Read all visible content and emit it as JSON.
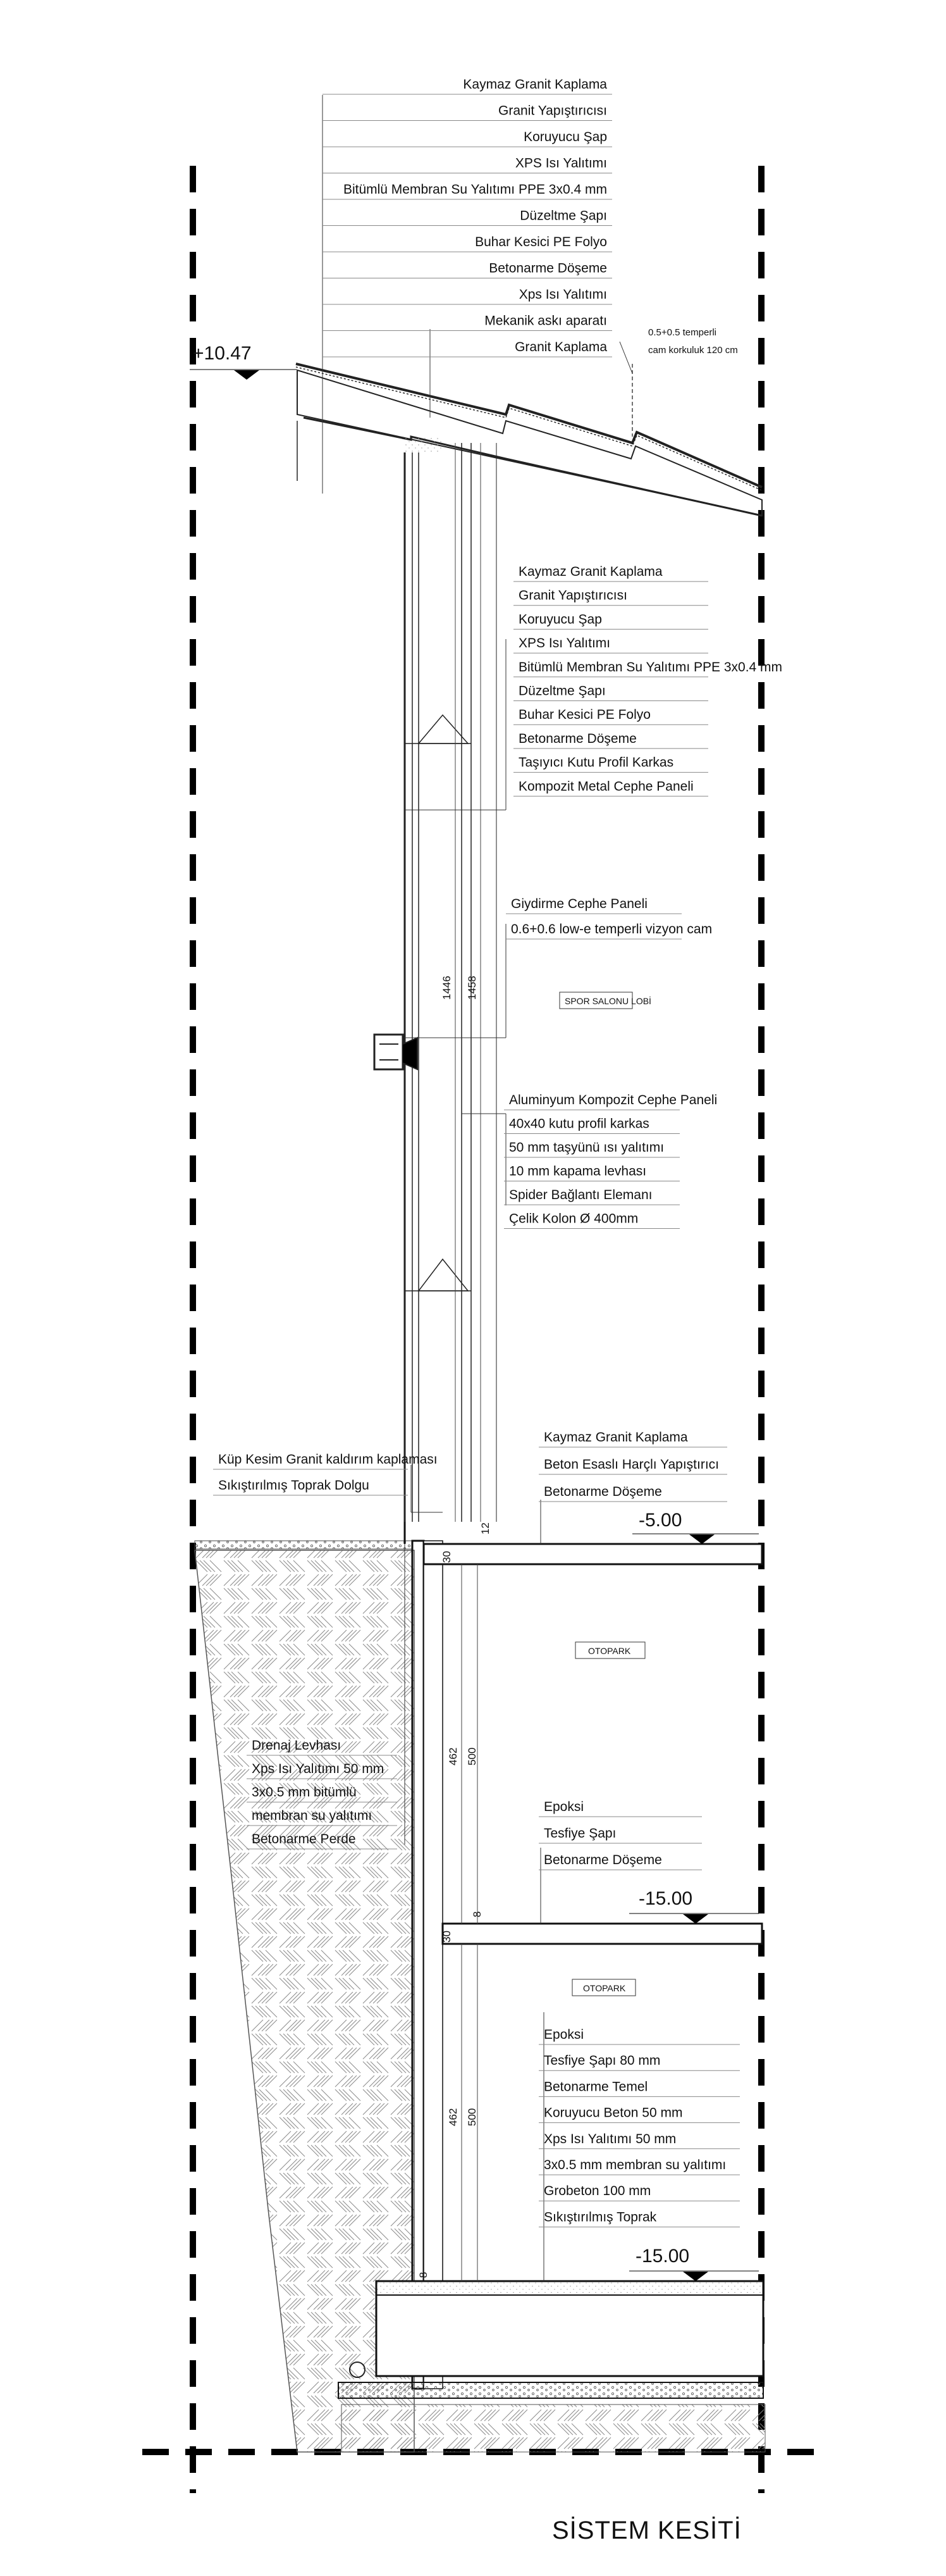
{
  "title": "SİSTEM KESİTİ",
  "levels": {
    "roof": "+10.47",
    "basement1": "-5.00",
    "basement2": "-15.00",
    "foundation": "-15.00"
  },
  "rooms": {
    "lobby": "SPOR SALONU LOBİ",
    "parking1": "OTOPARK",
    "parking2": "OTOPARK"
  },
  "dimensions": {
    "facade_a": "1446",
    "facade_b": "1458",
    "slab1": "12",
    "slab1_thk": "30",
    "wall1_a": "462",
    "wall1_b": "500",
    "slab2": "8",
    "slab2_thk": "30",
    "wall2_a": "462",
    "wall2_b": "500",
    "found": "8"
  },
  "glass_note": [
    "0.5+0.5 temperli",
    "cam korkuluk 120 cm"
  ],
  "roof_layers": [
    "Kaymaz Granit Kaplama",
    "Granit Yapıştırıcısı",
    "Koruyucu Şap",
    "XPS Isı Yalıtımı",
    "Bitümlü Membran Su Yalıtımı PPE 3x0.4 mm",
    "Düzeltme Şapı",
    "Buhar Kesici PE Folyo",
    "Betonarme Döşeme",
    "Xps Isı Yalıtımı",
    "Mekanik askı aparatı",
    "Granit Kaplama"
  ],
  "slab_layers": [
    "Kaymaz Granit Kaplama",
    "Granit Yapıştırıcısı",
    "Koruyucu Şap",
    "XPS Isı Yalıtımı",
    "Bitümlü Membran Su Yalıtımı PPE 3x0.4 mm",
    "Düzeltme Şapı",
    "Buhar Kesici PE Folyo",
    "Betonarme Döşeme",
    "Taşıyıcı Kutu Profil Karkas",
    "Kompozit Metal Cephe Paneli"
  ],
  "curtain_layers": [
    "Giydirme Cephe Paneli",
    "0.6+0.6 low-e temperli vizyon cam"
  ],
  "panel_layers": [
    "Aluminyum Kompozit Cephe Paneli",
    "40x40 kutu profil karkas",
    "50 mm taşyünü ısı yalıtımı",
    "10 mm kapama levhası",
    "Spider Bağlantı Elemanı",
    "Çelik Kolon Ø 400mm"
  ],
  "ground_layers": [
    "Küp Kesim Granit kaldırım kaplaması",
    "Sıkıştırılmış Toprak Dolgu"
  ],
  "floor1_layers": [
    "Kaymaz Granit Kaplama",
    "Beton Esaslı Harçlı Yapıştırıcı",
    "Betonarme Döşeme"
  ],
  "wall_layers": [
    "Drenaj Levhası",
    "Xps Isı Yalıtımı 50 mm",
    "3x0.5 mm bitümlü",
    "membran su yalıtımı",
    "Betonarme Perde"
  ],
  "floor2_layers": [
    "Epoksi",
    "Tesfiye Şapı",
    "Betonarme Döşeme"
  ],
  "found_layers": [
    "Epoksi",
    "Tesfiye Şapı 80 mm",
    "Betonarme Temel",
    "Koruyucu Beton 50 mm",
    "Xps Isı Yalıtımı 50 mm",
    "3x0.5 mm membran su yalıtımı",
    "Grobeton 100 mm",
    "Sıkıştırılmış Toprak"
  ]
}
